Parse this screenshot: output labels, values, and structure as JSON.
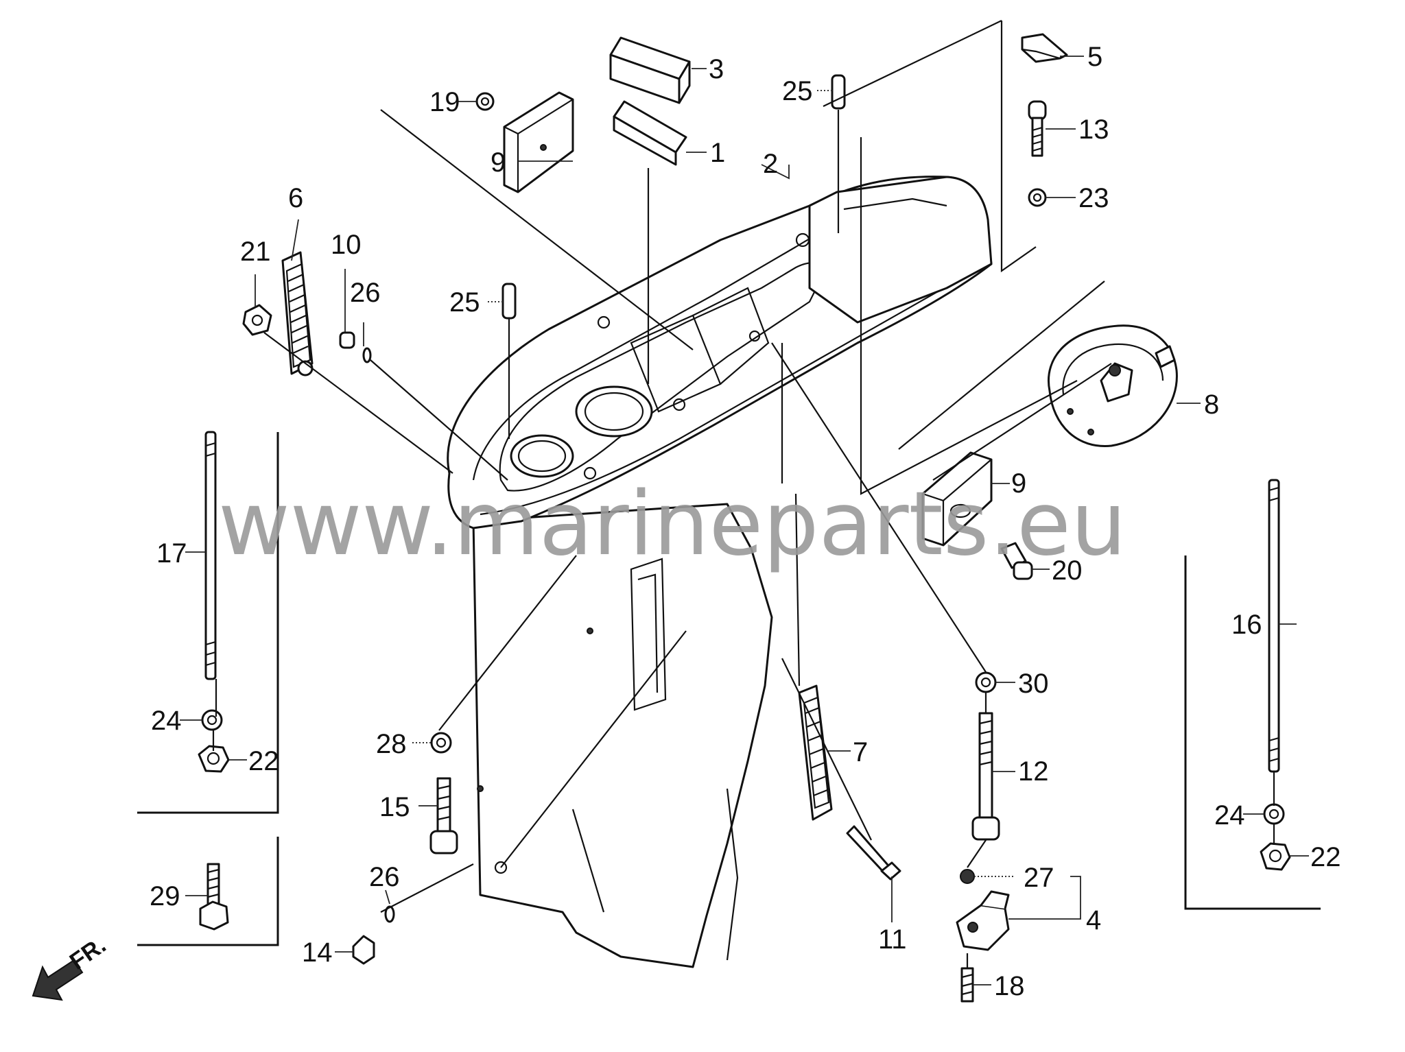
{
  "watermark": "www.marineparts.eu",
  "direction_label": "FR.",
  "callouts": [
    {
      "key": "c1",
      "label": "1"
    },
    {
      "key": "c2",
      "label": "2"
    },
    {
      "key": "c3",
      "label": "3"
    },
    {
      "key": "c4",
      "label": "4"
    },
    {
      "key": "c5",
      "label": "5"
    },
    {
      "key": "c6",
      "label": "6"
    },
    {
      "key": "c7",
      "label": "7"
    },
    {
      "key": "c8",
      "label": "8"
    },
    {
      "key": "c9a",
      "label": "9"
    },
    {
      "key": "c9b",
      "label": "9"
    },
    {
      "key": "c10",
      "label": "10"
    },
    {
      "key": "c11",
      "label": "11"
    },
    {
      "key": "c12",
      "label": "12"
    },
    {
      "key": "c13",
      "label": "13"
    },
    {
      "key": "c14",
      "label": "14"
    },
    {
      "key": "c15",
      "label": "15"
    },
    {
      "key": "c16",
      "label": "16"
    },
    {
      "key": "c17",
      "label": "17"
    },
    {
      "key": "c18",
      "label": "18"
    },
    {
      "key": "c19",
      "label": "19"
    },
    {
      "key": "c20",
      "label": "20"
    },
    {
      "key": "c21",
      "label": "21"
    },
    {
      "key": "c22a",
      "label": "22"
    },
    {
      "key": "c22b",
      "label": "22"
    },
    {
      "key": "c23",
      "label": "23"
    },
    {
      "key": "c24a",
      "label": "24"
    },
    {
      "key": "c24b",
      "label": "24"
    },
    {
      "key": "c25a",
      "label": "25"
    },
    {
      "key": "c25b",
      "label": "25"
    },
    {
      "key": "c26a",
      "label": "26"
    },
    {
      "key": "c26b",
      "label": "26"
    },
    {
      "key": "c27",
      "label": "27"
    },
    {
      "key": "c28",
      "label": "28"
    },
    {
      "key": "c29",
      "label": "29"
    },
    {
      "key": "c30",
      "label": "30"
    }
  ]
}
